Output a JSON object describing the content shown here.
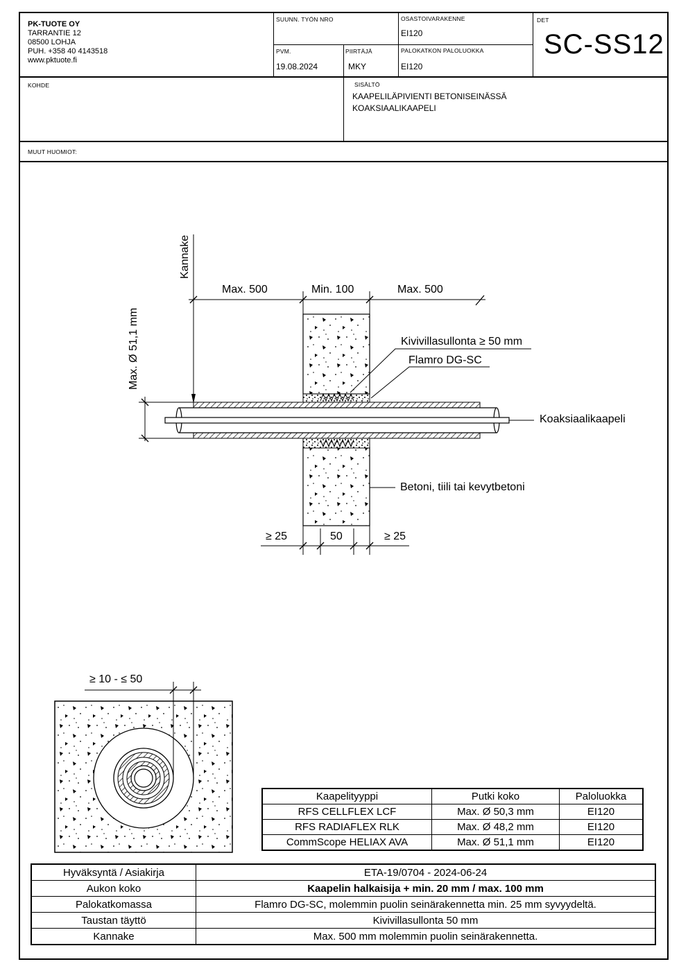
{
  "company": {
    "name": "PK-TUOTE OY",
    "address": "TARRANTIE 12",
    "city": "08500 LOHJA",
    "phone": "PUH. +358 40 4143518",
    "web": "www.pktuote.fi"
  },
  "header": {
    "suunn_label": "SUUNN. TYÖN NRO",
    "suunn_value": "",
    "osasto_label": "OSASTOIVARAKENNE",
    "osasto_value": "EI120",
    "det_label": "DET",
    "det_value": "SC-SS12",
    "pvm_label": "PVM.",
    "pvm_value": "19.08.2024",
    "piirtaja_label": "PIIRTÄJÄ",
    "piirtaja_value": "MKY",
    "palo_label": "PALOKATKON PALOLUOKKA",
    "palo_value": "EI120",
    "kohde_label": "KOHDE",
    "sisalto_label": "SISÄLTÖ",
    "sisalto_line1": "KAAPELILÄPIVIENTI BETONISEINÄSSÄ",
    "sisalto_line2": "KOAKSIAALIKAAPELI",
    "muut_label": "MUUT HUOMIOT:"
  },
  "drawing": {
    "kannake": "Kannake",
    "max500_left": "Max. 500",
    "min100": "Min. 100",
    "max500_right": "Max. 500",
    "max_diameter": "Max. Ø 51,1 mm",
    "kivivilla": "Kivivillasullonta ≥ 50 mm",
    "flamro": "Flamro DG-SC",
    "koaksiaali": "Koaksiaalikaapeli",
    "betoni": "Betoni, tiili tai kevytbetoni",
    "ge25_left": "≥ 25",
    "dim50": "50",
    "ge25_right": "≥ 25",
    "section_dim": "≥ 10 - ≤ 50"
  },
  "cable_table": {
    "headers": [
      "Kaapelityyppi",
      "Putki koko",
      "Paloluokka"
    ],
    "rows": [
      [
        "RFS CELLFLEX LCF",
        "Max. Ø 50,3 mm",
        "EI120"
      ],
      [
        "RFS RADIAFLEX RLK",
        "Max. Ø 48,2 mm",
        "EI120"
      ],
      [
        "CommScope HELIAX AVA",
        "Max. Ø 51,1 mm",
        "EI120"
      ]
    ]
  },
  "info_table": {
    "rows": [
      [
        "Hyväksyntä / Asiakirja",
        "ETA-19/0704 - 2024-06-24"
      ],
      [
        "Aukon koko",
        "Kaapelin halkaisija + min. 20 mm / max. 100 mm"
      ],
      [
        "Palokatkomassa",
        "Flamro DG-SC, molemmin puolin seinärakennetta min. 25 mm syvyydeltä."
      ],
      [
        "Taustan täyttö",
        "Kivivillasullonta 50 mm"
      ],
      [
        "Kannake",
        "Max. 500 mm molemmin puolin seinärakennetta."
      ]
    ]
  }
}
